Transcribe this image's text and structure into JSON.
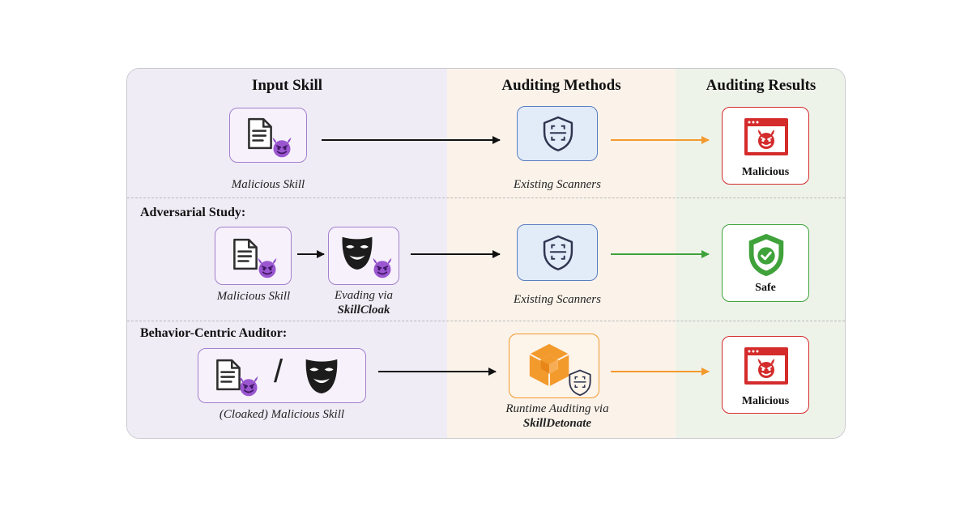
{
  "columns": {
    "input": "Input Skill",
    "methods": "Auditing Methods",
    "results": "Auditing Results"
  },
  "row1": {
    "skill_label": "Malicious Skill",
    "method_label": "Existing Scanners",
    "result_label": "Malicious"
  },
  "row2": {
    "title": "Adversarial Study:",
    "skill_label": "Malicious Skill",
    "evade_label_line1": "Evading via",
    "evade_label_line2": "SkillCloak",
    "method_label": "Existing Scanners",
    "result_label": "Safe"
  },
  "row3": {
    "title": "Behavior-Centric Auditor:",
    "slash": "/",
    "skill_label": "(Cloaked) Malicious Skill",
    "method_label_line1": "Runtime Auditing via",
    "method_label_line2": "SkillDetonate",
    "result_label": "Malicious"
  },
  "colors": {
    "input_bg": "#efecf6",
    "methods_bg": "#fbf3ea",
    "results_bg": "#eef3ea",
    "purple": "#a380cd",
    "blue": "#5a7ec2",
    "orange": "#f39a2d",
    "red": "#d42b2b",
    "green": "#3fa23a"
  },
  "icons": [
    "document-icon",
    "devil-emoji-icon",
    "mask-icon",
    "shield-scan-icon",
    "red-window-devil-icon",
    "green-shield-check-icon",
    "orange-cube-icon"
  ]
}
